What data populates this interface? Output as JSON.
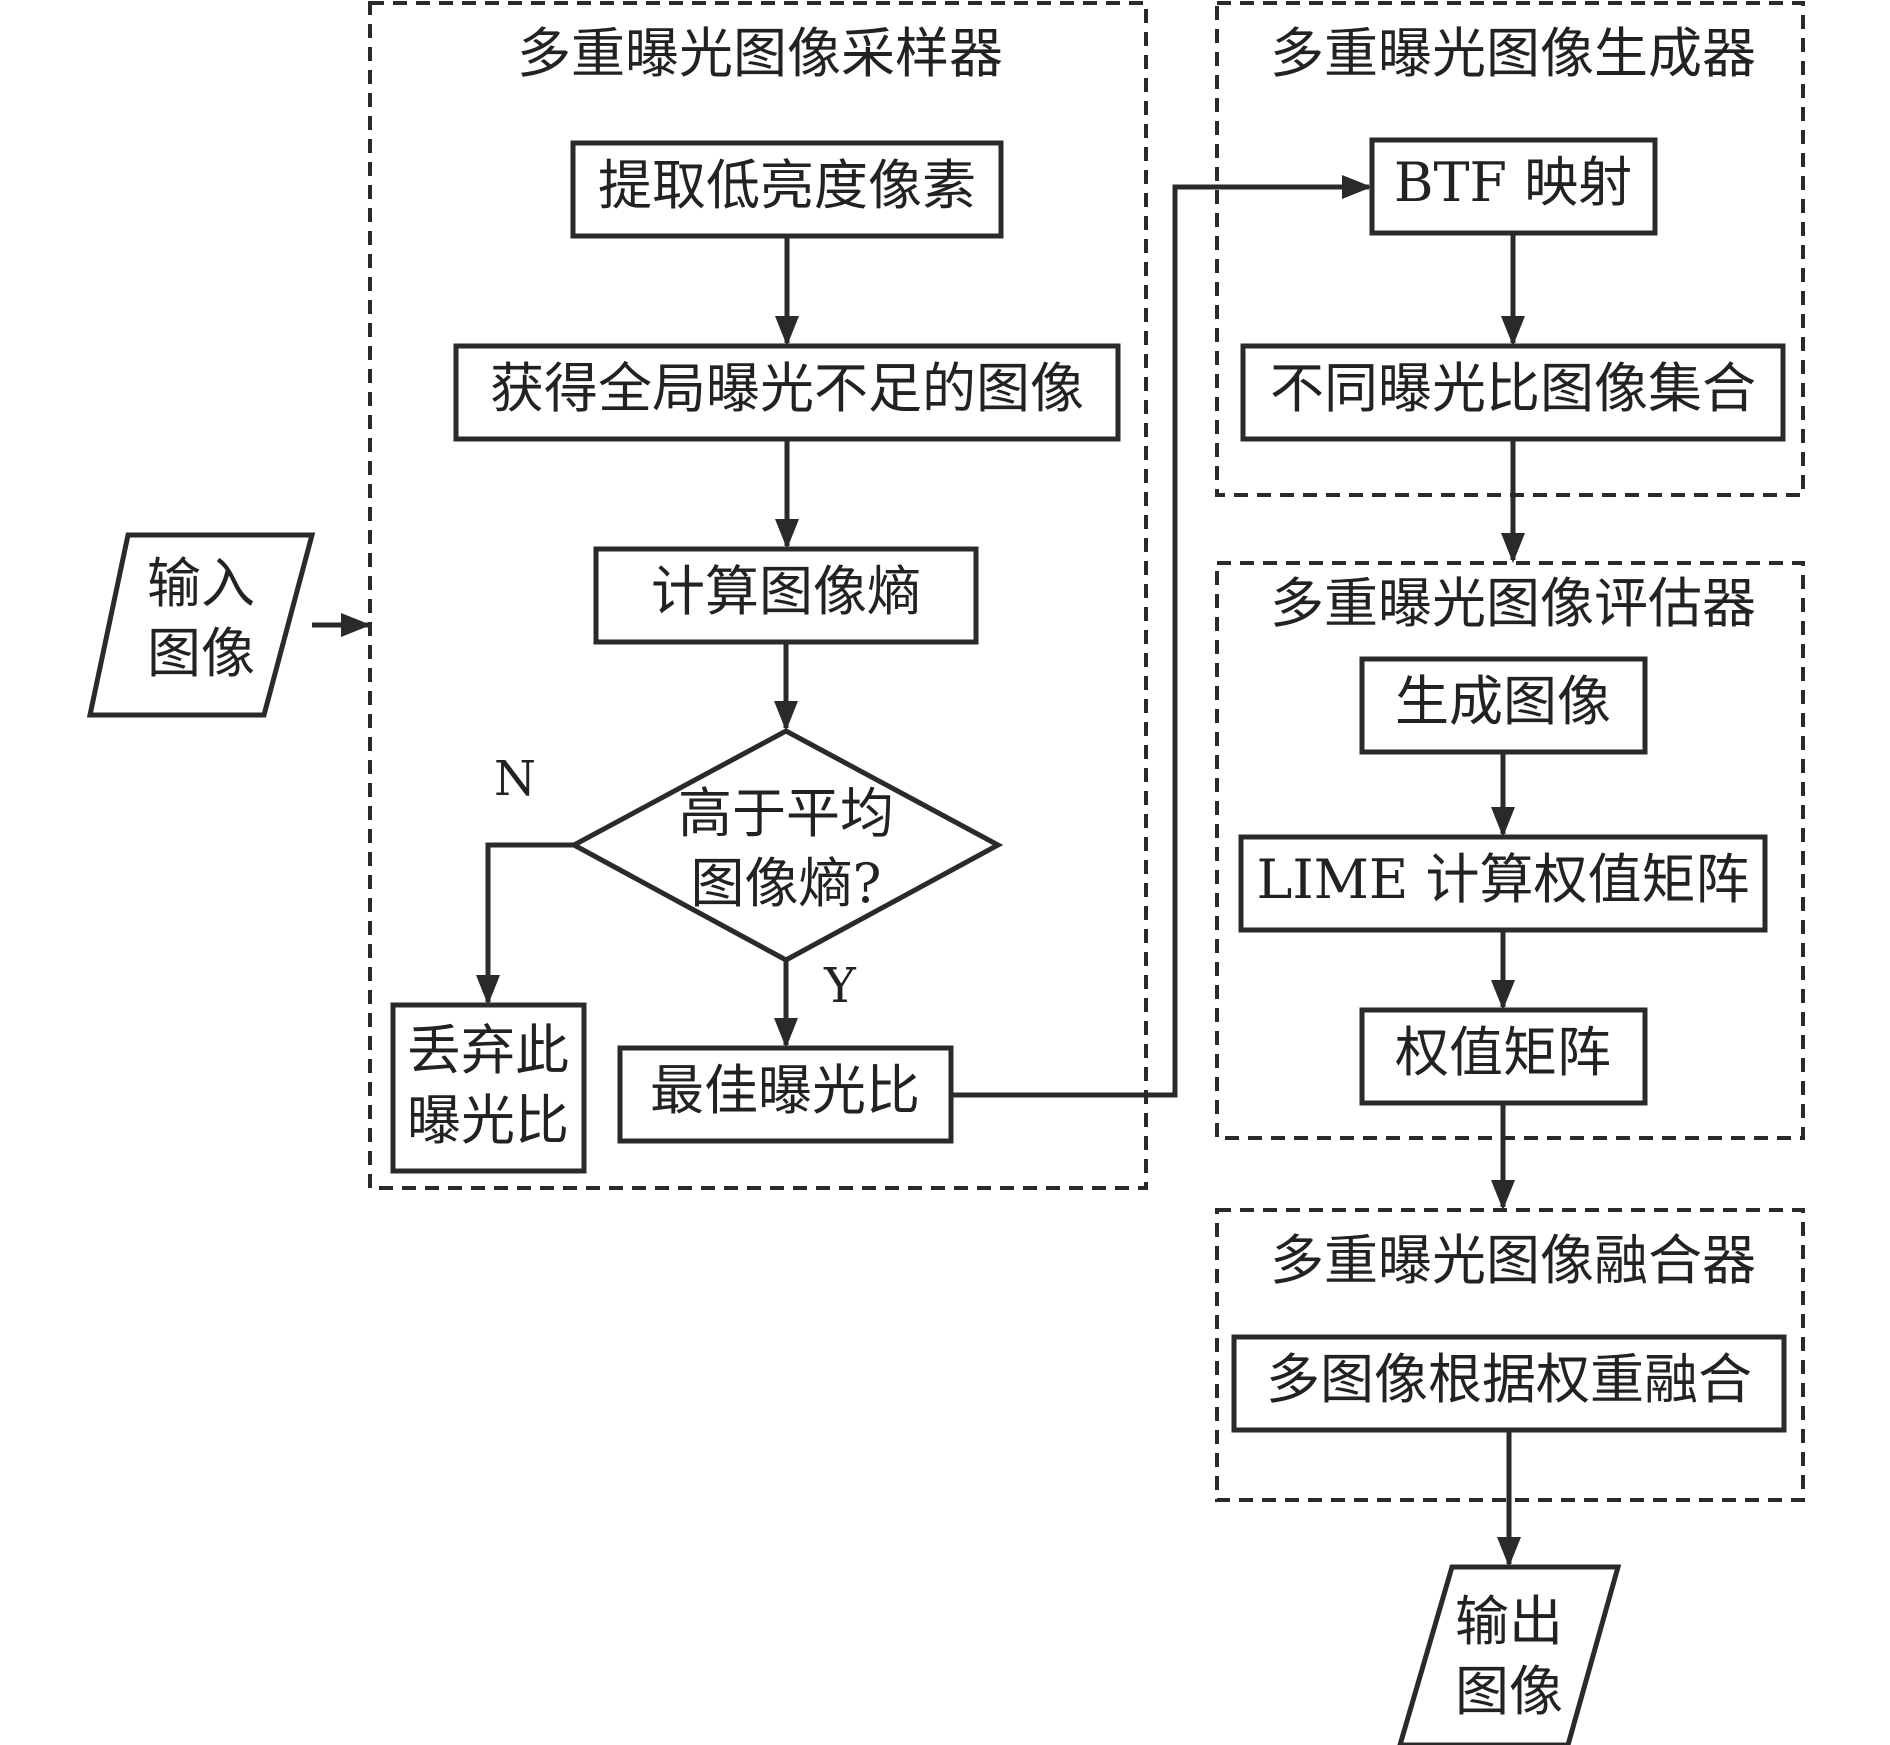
{
  "groups": {
    "sampler": "多重曝光图像采样器",
    "generator": "多重曝光图像生成器",
    "evaluator": "多重曝光图像评估器",
    "fusion": "多重曝光图像融合器"
  },
  "io": {
    "input": [
      "输入",
      "图像"
    ],
    "output": [
      "输出",
      "图像"
    ]
  },
  "sampler": {
    "extract": "提取低亮度像素",
    "underexposed": "获得全局曝光不足的图像",
    "entropy": "计算图像熵",
    "decision": [
      "高于平均",
      "图像熵?"
    ],
    "discard": [
      "丢弃此",
      "曝光比"
    ],
    "best": "最佳曝光比",
    "no_label": "N",
    "yes_label": "Y"
  },
  "generator": {
    "btf": "BTF 映射",
    "set": "不同曝光比图像集合"
  },
  "evaluator": {
    "generated": "生成图像",
    "lime": "LIME 计算权值矩阵",
    "weights": "权值矩阵"
  },
  "fusion": {
    "merge": "多图像根据权重融合"
  }
}
